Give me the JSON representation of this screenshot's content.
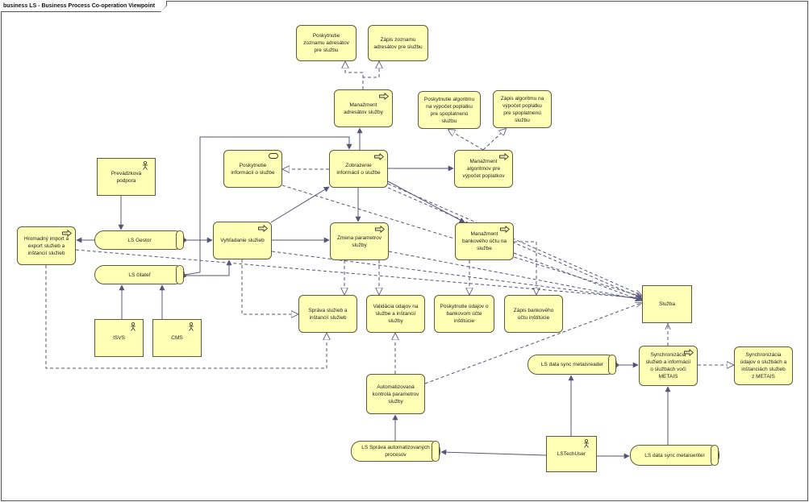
{
  "diagram": {
    "title": "business LS - Business Process Co-operation Viewpoint",
    "colors": {
      "fill": "#ffffb5",
      "stroke": "#5a5a40",
      "edge": "#555577"
    },
    "nodes": [
      {
        "id": "poskytnutie-zoznamu",
        "type": "proc",
        "label": "Poskytnutie zoznamu adresátov pre službu"
      },
      {
        "id": "zapis-zoznamu",
        "type": "proc",
        "label": "Zápis zoznamu adresátov pre službu"
      },
      {
        "id": "manazment-adresatov",
        "type": "proc",
        "label": "Manažment adresátov služby",
        "icon": "process-arrow-icon"
      },
      {
        "id": "poskytnutie-algoritmu",
        "type": "proc",
        "label": "Poskytnutie algoritmu na výpočet poplatku pre spoplatnenú službu"
      },
      {
        "id": "zapis-algoritmu",
        "type": "proc",
        "label": "Zápis algoritmu na výpočet poplatku pre spoplatnenú službu"
      },
      {
        "id": "poskytnutie-info",
        "type": "proc",
        "label": "Poskytnutie informácií o službe",
        "icon": "service-icon"
      },
      {
        "id": "zobrazenie-info",
        "type": "proc",
        "label": "Zobrazenie informácií o službe",
        "icon": "process-arrow-icon"
      },
      {
        "id": "manazment-algoritmov",
        "type": "proc",
        "label": "Manažment algoritmov pre výpočet poplatkov",
        "icon": "process-arrow-icon"
      },
      {
        "id": "prevadzkova-podpora",
        "type": "actor",
        "label": "Prevádzková podpora",
        "icon": "actor-icon"
      },
      {
        "id": "hromadny-import",
        "type": "proc",
        "label": "Hromadný import a export služieb a inštancií služieb",
        "icon": "process-arrow-icon"
      },
      {
        "id": "ls-gestor",
        "type": "role",
        "label": "LS Gestor"
      },
      {
        "id": "vyhladanie",
        "type": "proc",
        "label": "Vyhľadanie služieb",
        "icon": "process-arrow-icon"
      },
      {
        "id": "zmena-parametrov",
        "type": "proc",
        "label": "Zmena parametrov služby",
        "icon": "process-arrow-icon"
      },
      {
        "id": "manazment-bankoveho",
        "type": "proc",
        "label": "Manažment bankového účtu na službe",
        "icon": "process-arrow-icon"
      },
      {
        "id": "ls-citatel",
        "type": "role",
        "label": "LS čitateľ"
      },
      {
        "id": "sprava-sluzieb",
        "type": "proc",
        "label": "Správa služieb a inštancií služieb"
      },
      {
        "id": "validacia",
        "type": "proc",
        "label": "Validácia údajov na službe a inštancií služby"
      },
      {
        "id": "poskytnutie-udajov-banka",
        "type": "proc",
        "label": "Poskytnutie údajov o bankovom účte inštitúcie"
      },
      {
        "id": "zapis-bankoveho",
        "type": "proc",
        "label": "Zápis bankového účtu inštitúcie"
      },
      {
        "id": "sluzba",
        "type": "iface",
        "label": "Služba"
      },
      {
        "id": "isvs",
        "type": "actor",
        "label": "ISVS",
        "icon": "actor-icon"
      },
      {
        "id": "cms",
        "type": "actor",
        "label": "CMS",
        "icon": "actor-icon"
      },
      {
        "id": "ls-data-sync-reader",
        "type": "role",
        "label": "LS data sync metaisreader"
      },
      {
        "id": "synchronizacia-sluzieb",
        "type": "proc",
        "label": "Synchronizácia služieb a informácií o službách voči METAIS",
        "icon": "process-arrow-icon"
      },
      {
        "id": "synchronizacia-udajov",
        "type": "proc",
        "label": "Synchronizácia údajov o službách a inštanciách služieb z METAIS"
      },
      {
        "id": "automatizovana-kontrola",
        "type": "proc",
        "label": "Automatizovaná kontrola parametrov služby"
      },
      {
        "id": "ls-sprava-automatizovanych",
        "type": "role",
        "label": "LS Správa automatizovaných procesov"
      },
      {
        "id": "lstechuser",
        "type": "actor",
        "label": "LSTechUser",
        "icon": "actor-icon"
      },
      {
        "id": "ls-data-sync-writer",
        "type": "role",
        "label": "LS data sync metaiswriter"
      }
    ]
  }
}
